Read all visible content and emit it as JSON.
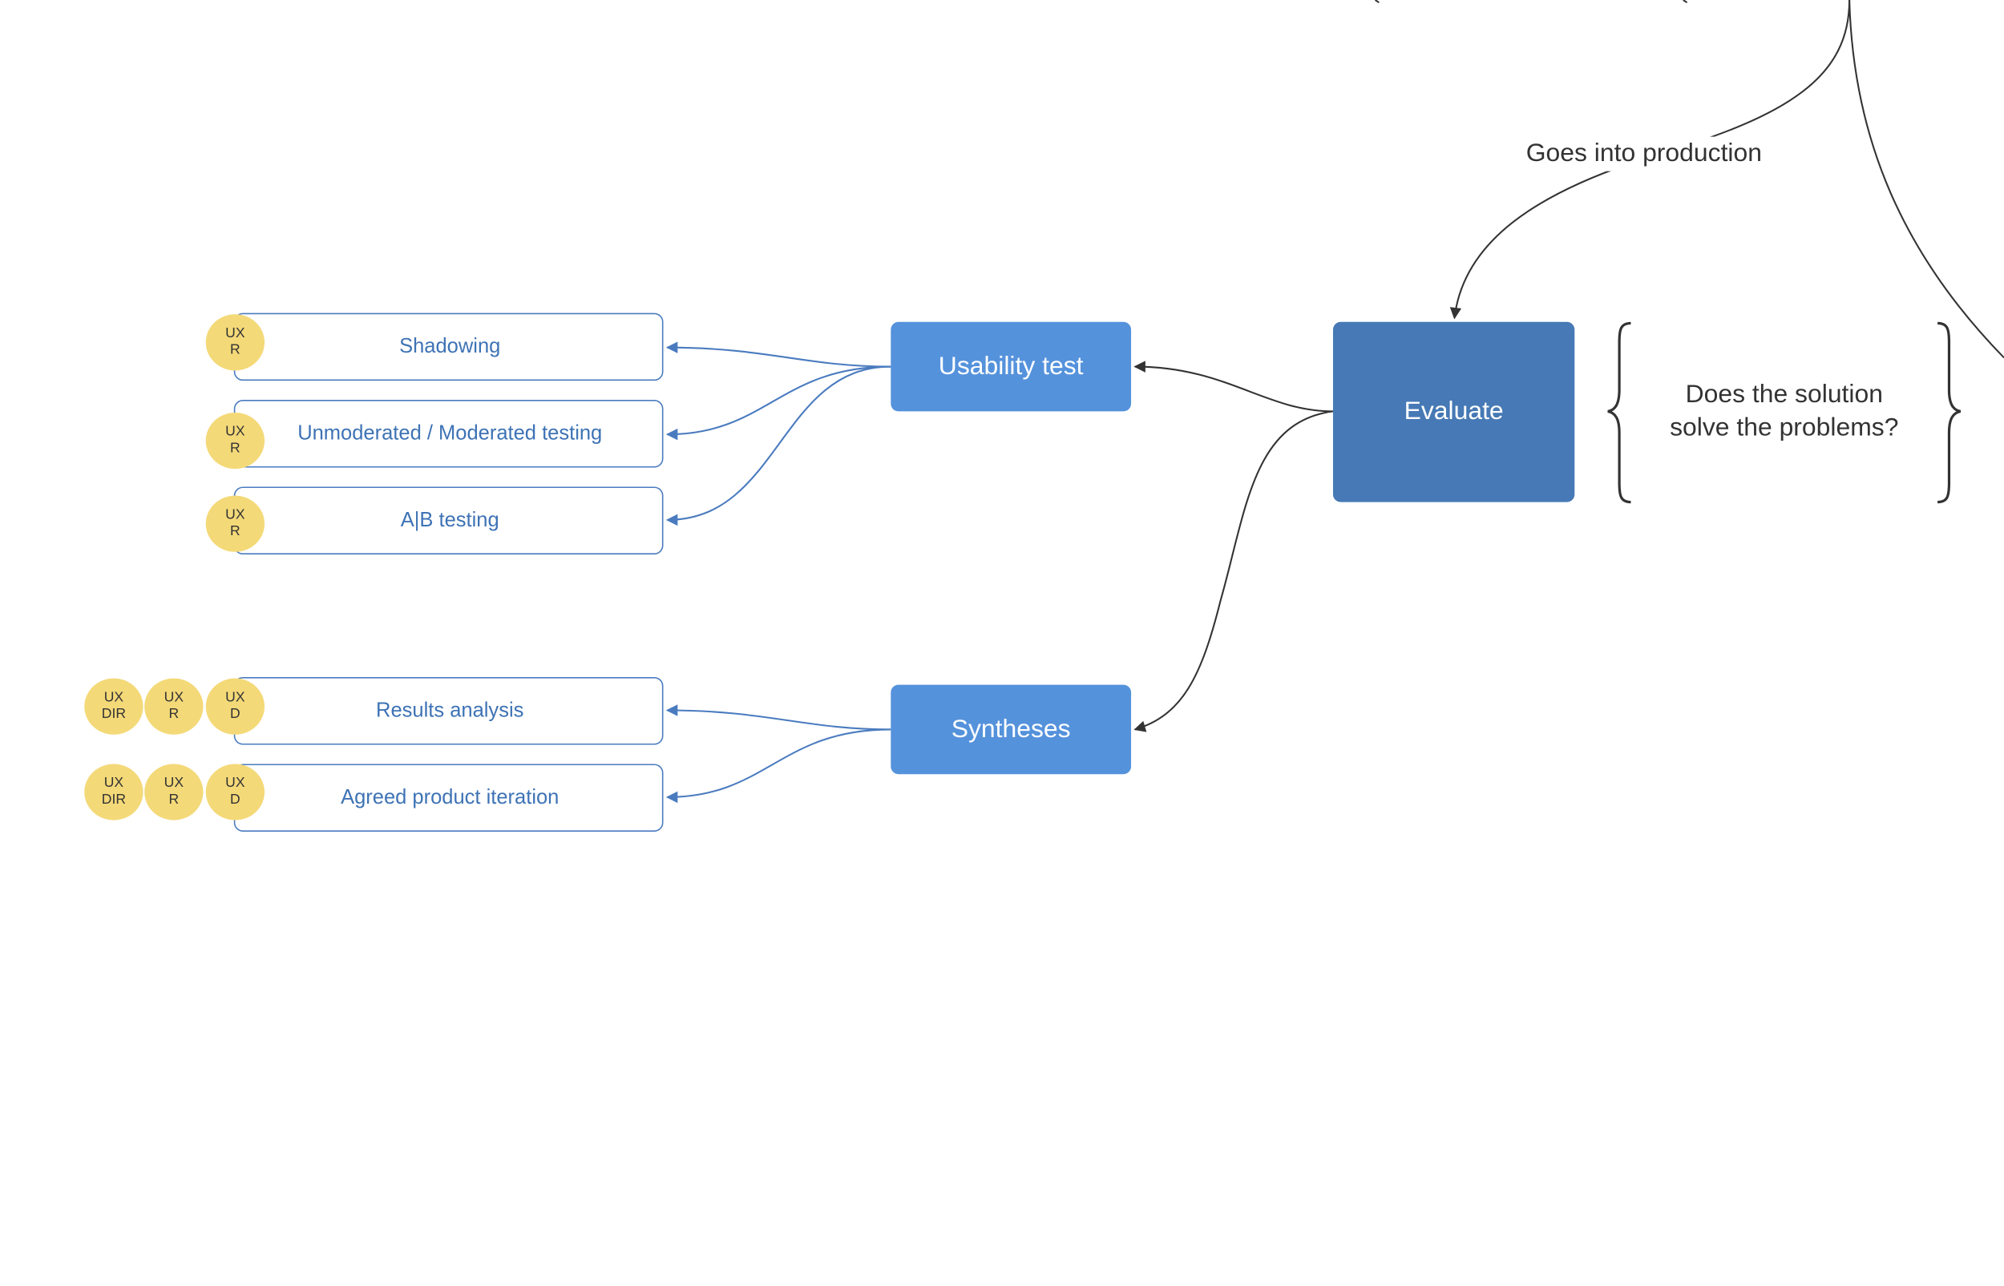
{
  "nodes": {
    "evaluate": "Evaluate",
    "usability_test": "Usability test",
    "syntheses": "Syntheses"
  },
  "connector_label": "Goes into production",
  "annotation": {
    "line1": "Does the solution",
    "line2": "solve the problems?"
  },
  "tasks": {
    "shadowing": "Shadowing",
    "unmoderated": "Unmoderated / Moderated testing",
    "ab_testing": "A|B testing",
    "results_analysis": "Results analysis",
    "agreed_iteration": "Agreed product iteration"
  },
  "badges": {
    "ux_r": "UX\nR",
    "ux_d": "UX\nD",
    "ux_dir": "UX\nDIR"
  },
  "colors": {
    "node_light": "#5592dc",
    "node_dark": "#4679b5",
    "task_border": "#4a7bbf",
    "task_text": "#3e73b5",
    "badge_fill": "#f4d978",
    "connector_dark": "#333333",
    "connector_blue": "#4a7bbf"
  }
}
